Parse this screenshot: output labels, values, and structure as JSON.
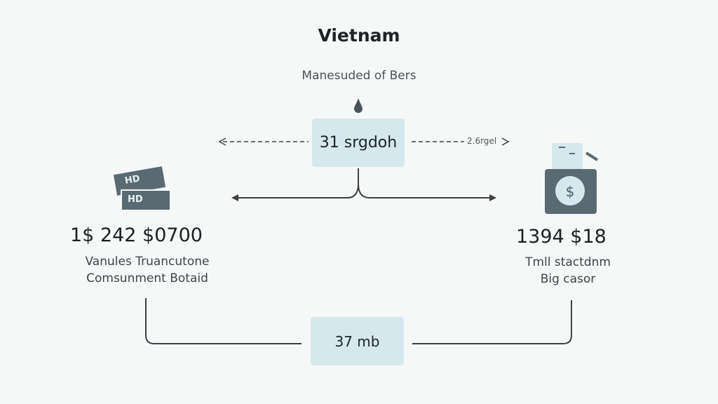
{
  "title": "Vietnam",
  "subtitle": "Manesuded of Bers",
  "center_box": {
    "value": "31 srgdoh",
    "side_label": "2.6rgel"
  },
  "bottom_box": {
    "value": "37 mb"
  },
  "left_node": {
    "icon": "banknotes-icon",
    "note_text": "HD",
    "amount": "1$ 242 $0700",
    "desc_line1": "Vanules Truancutone",
    "desc_line2": "Comsunment Botaid"
  },
  "right_node": {
    "icon": "wallet-dollar-icon",
    "amount": "1394 $18",
    "desc_line1": "Tmll stactdnm",
    "desc_line2": "Big casor"
  },
  "colors": {
    "box": "#d5e8ee",
    "icon_dark": "#5a6a72",
    "icon_light": "#d5e8ee",
    "line": "#3a4246"
  }
}
